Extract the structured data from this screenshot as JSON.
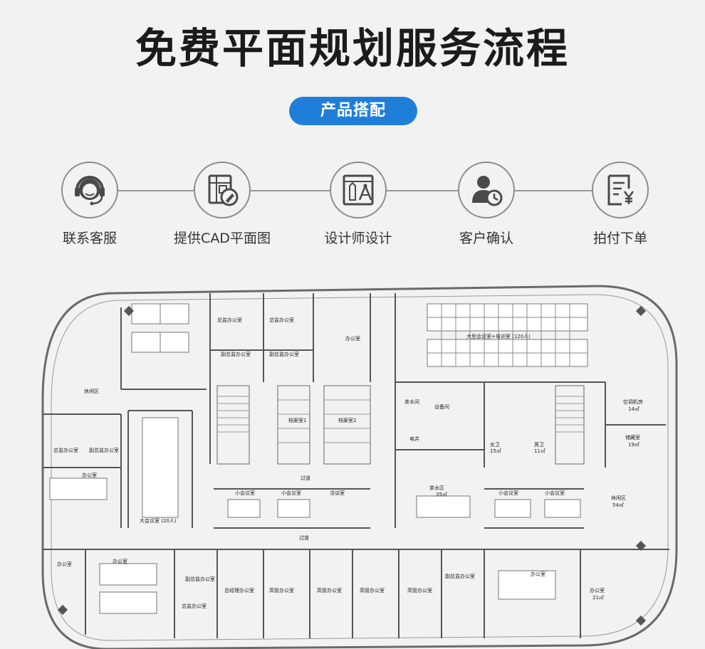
{
  "header": {
    "title": "免费平面规划服务流程",
    "badge": "产品搭配"
  },
  "colors": {
    "accent": "#1f7fd8",
    "line": "#9a9a9a",
    "icon": "#4a4a4a"
  },
  "steps": [
    {
      "label": "联系客服",
      "icon": "headset-icon"
    },
    {
      "label": "提供CAD平面图",
      "icon": "cad-drawing-icon"
    },
    {
      "label": "设计师设计",
      "icon": "design-tools-icon"
    },
    {
      "label": "客户确认",
      "icon": "user-clock-icon"
    },
    {
      "label": "拍付下单",
      "icon": "invoice-yen-icon"
    }
  ],
  "floorplan": {
    "rooms": [
      {
        "label": "总监办公室"
      },
      {
        "label": "总监办公室"
      },
      {
        "label": "办公室"
      },
      {
        "label": "大型会议室+培训室 (120人)"
      },
      {
        "label": "副总监办公室"
      },
      {
        "label": "副总监办公室"
      },
      {
        "label": "休闲区"
      },
      {
        "label": "档案室1"
      },
      {
        "label": "档案室2"
      },
      {
        "label": "茶水间"
      },
      {
        "label": "设备间"
      },
      {
        "label": "空调机房"
      },
      {
        "label": "14㎡"
      },
      {
        "label": "储藏室"
      },
      {
        "label": "19㎡"
      },
      {
        "label": "总监办公室"
      },
      {
        "label": "副总监办公室"
      },
      {
        "label": "办公室"
      },
      {
        "label": "电井"
      },
      {
        "label": "女卫"
      },
      {
        "label": "15㎡"
      },
      {
        "label": "男卫"
      },
      {
        "label": "11㎡"
      },
      {
        "label": "大会议室 (20人)"
      },
      {
        "label": "过道"
      },
      {
        "label": "小会议室"
      },
      {
        "label": "小会议室"
      },
      {
        "label": "洽谈室"
      },
      {
        "label": "茶水区"
      },
      {
        "label": "35㎡"
      },
      {
        "label": "小会议室"
      },
      {
        "label": "小会议室"
      },
      {
        "label": "休闲区"
      },
      {
        "label": "54㎡"
      },
      {
        "label": "过道"
      },
      {
        "label": "办公室"
      },
      {
        "label": "办公室"
      },
      {
        "label": "副总监办公室"
      },
      {
        "label": "总经理办公室"
      },
      {
        "label": "高管办公室"
      },
      {
        "label": "高管办公室"
      },
      {
        "label": "高管办公室"
      },
      {
        "label": "高管办公室"
      },
      {
        "label": "副总监办公室"
      },
      {
        "label": "办公室"
      },
      {
        "label": "办公室"
      },
      {
        "label": "21㎡"
      },
      {
        "label": "总监办公室"
      }
    ]
  }
}
